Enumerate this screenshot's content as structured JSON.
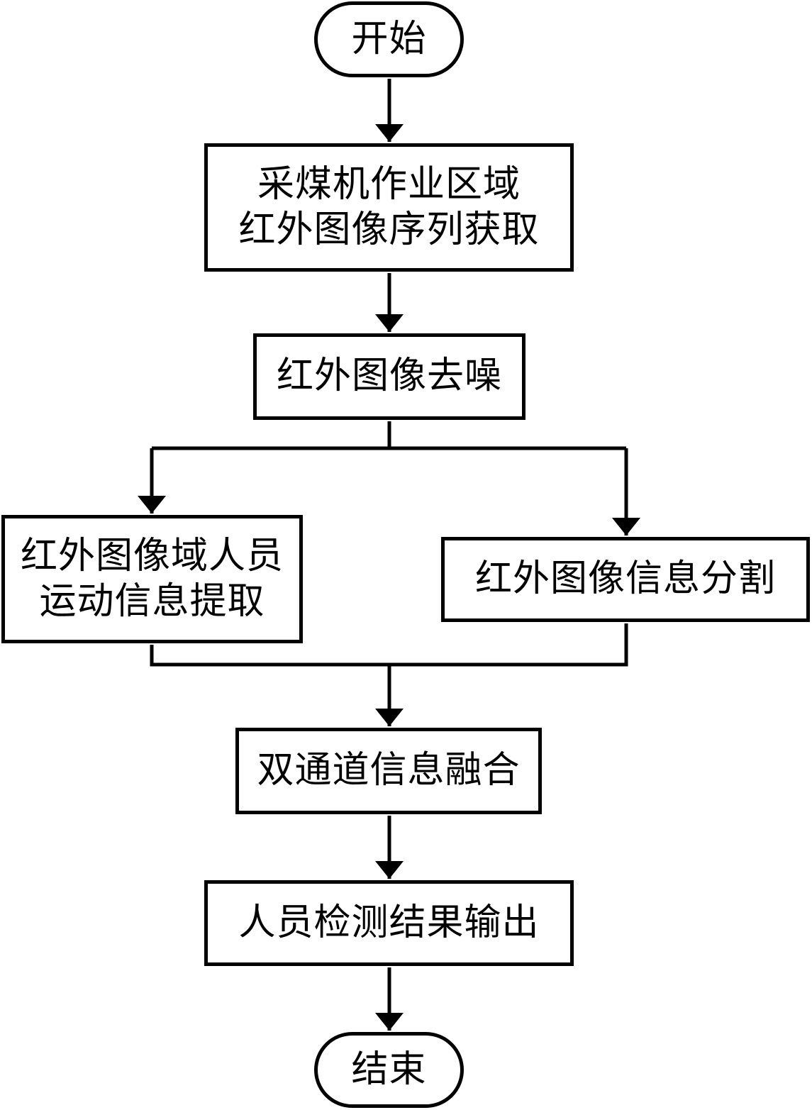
{
  "flowchart": {
    "start": {
      "label": "开始"
    },
    "acquire": {
      "lines": [
        "采煤机作业区域",
        "红外图像序列获取"
      ]
    },
    "denoise": {
      "label": "红外图像去噪"
    },
    "motion": {
      "lines": [
        "红外图像域人员",
        "运动信息提取"
      ]
    },
    "segment": {
      "label": "红外图像信息分割"
    },
    "fusion": {
      "label": "双通道信息融合"
    },
    "output": {
      "label": "人员检测结果输出"
    },
    "end": {
      "label": "结束"
    }
  },
  "colors": {
    "stroke": "#000000",
    "background": "#ffffff"
  }
}
